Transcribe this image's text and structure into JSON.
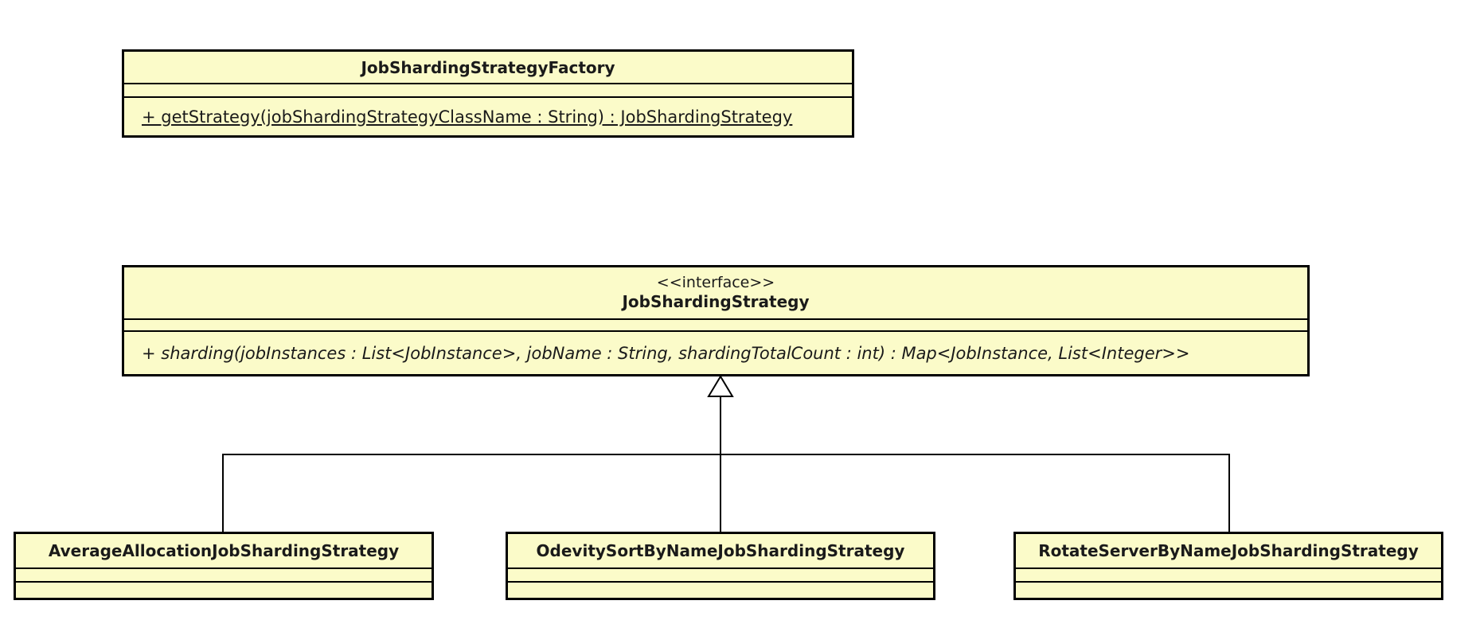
{
  "colors": {
    "class_fill": "#fbfbc9",
    "class_border": "#000000",
    "canvas_background": "#ffffff",
    "connector": "#000000"
  },
  "classes": {
    "factory": {
      "name": "JobShardingStrategyFactory",
      "attributes": [],
      "methods": [
        "+ getStrategy(jobShardingStrategyClassName : String) : JobShardingStrategy"
      ]
    },
    "strategy_interface": {
      "stereotype": "<<interface>>",
      "name": "JobShardingStrategy",
      "attributes": [],
      "methods": [
        "+ sharding(jobInstances : List<JobInstance>, jobName : String, shardingTotalCount : int) : Map<JobInstance, List<Integer>>"
      ]
    },
    "average_allocation": {
      "name": "AverageAllocationJobShardingStrategy",
      "attributes": [],
      "methods": []
    },
    "odevity_sort": {
      "name": "OdevitySortByNameJobShardingStrategy",
      "attributes": [],
      "methods": []
    },
    "rotate_server": {
      "name": "RotateServerByNameJobShardingStrategy",
      "attributes": [],
      "methods": []
    }
  },
  "relationships": [
    {
      "type": "generalization",
      "from": "AverageAllocationJobShardingStrategy",
      "to": "JobShardingStrategy"
    },
    {
      "type": "generalization",
      "from": "OdevitySortByNameJobShardingStrategy",
      "to": "JobShardingStrategy"
    },
    {
      "type": "generalization",
      "from": "RotateServerByNameJobShardingStrategy",
      "to": "JobShardingStrategy"
    }
  ]
}
